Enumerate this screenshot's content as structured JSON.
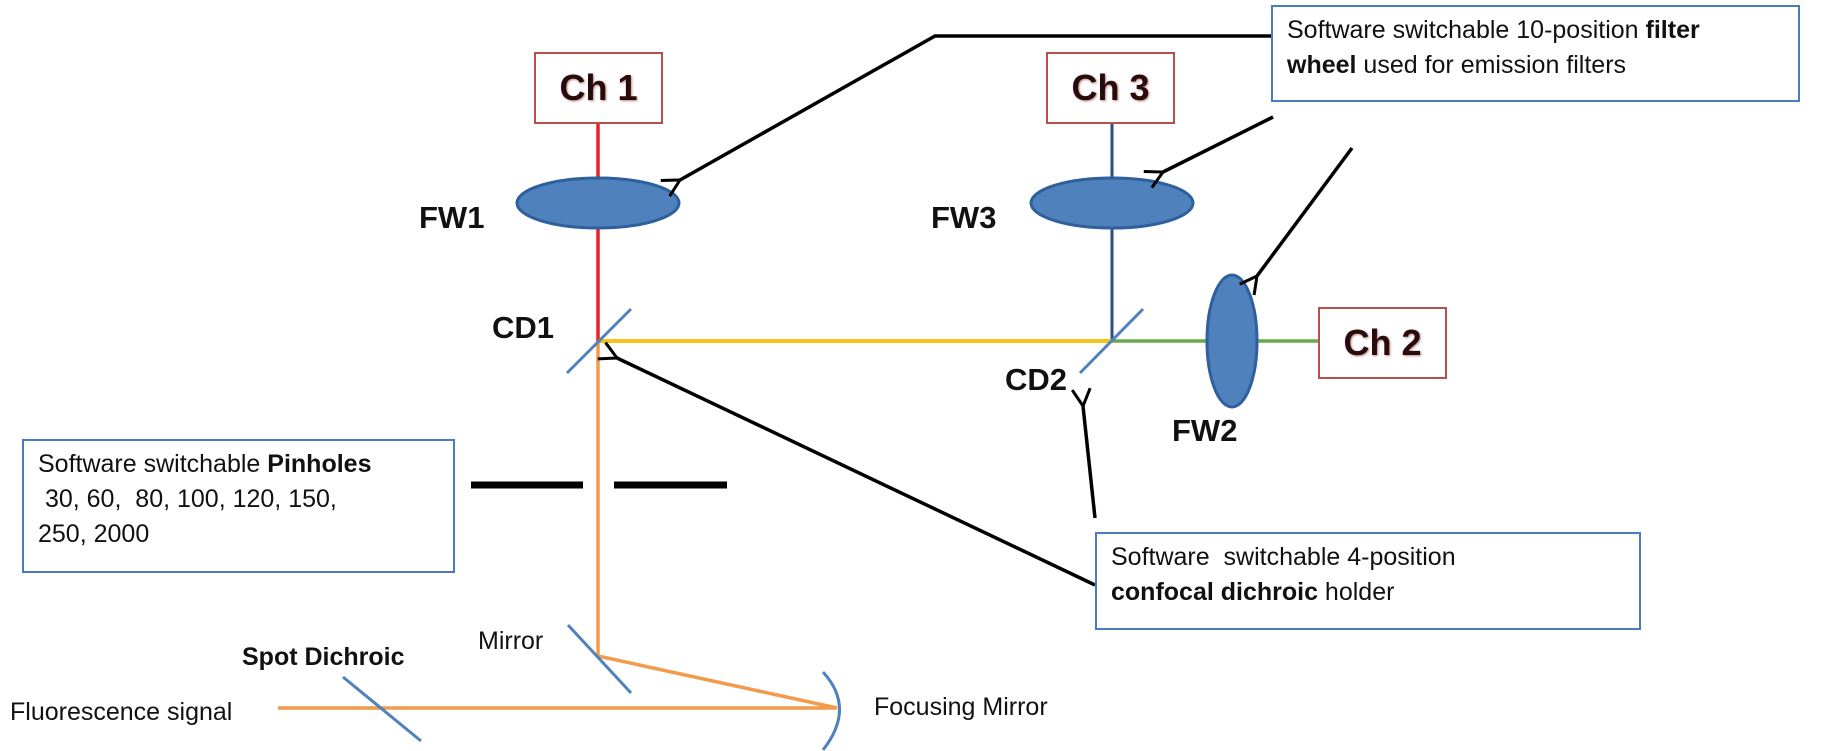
{
  "channels": {
    "ch1": "Ch 1",
    "ch2": "Ch 2",
    "ch3": "Ch 3"
  },
  "filter_wheels": {
    "fw1": "FW1",
    "fw2": "FW2",
    "fw3": "FW3"
  },
  "dichroics": {
    "cd1": "CD1",
    "cd2": "CD2",
    "spot": "Spot Dichroic"
  },
  "optics": {
    "mirror": "Mirror",
    "focusing_mirror": "Focusing Mirror",
    "signal": "Fluorescence signal"
  },
  "notes": {
    "filter_wheel": {
      "prefix": "Software  switchable 10-position ",
      "bold1": "filter",
      "bold2": "wheel",
      "suffix": " used for emission filters"
    },
    "pinholes": {
      "prefix": "Software switchable ",
      "bold": "Pinholes",
      "line2": " 30, 60,  80, 100, 120, 150,",
      "line3": "250, 2000"
    },
    "dichroic": {
      "line1": "Software  switchable 4-position",
      "bold": "confocal dichroic",
      "suffix": " holder"
    }
  },
  "colors": {
    "ch1_path": "#e8202a",
    "ch3_path": "#2e4e7e",
    "ch2_path": "#6aa84f",
    "yellow_path": "#f6c21c",
    "signal_path": "#f39a4b",
    "optic_fill": "#4f81bd",
    "optic_stroke": "#2e5f9e",
    "box_border": "#b5504b",
    "note_border": "#4a7bbf"
  }
}
